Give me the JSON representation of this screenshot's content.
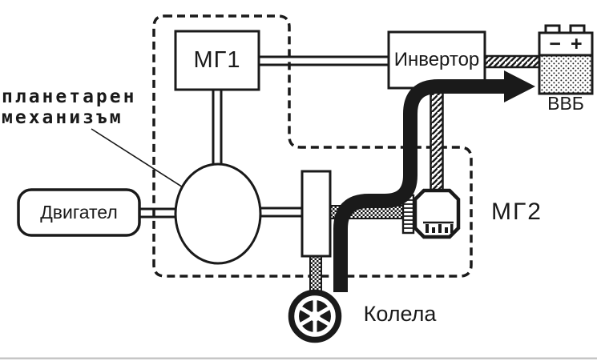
{
  "diagram": {
    "labels": {
      "mg1": "МГ1",
      "inverter": "Инвертор",
      "battery_minus": "−",
      "battery_plus": "+",
      "battery_name": "ВВБ",
      "engine": "Двигател",
      "planetary_line1": "планетарен",
      "planetary_line2": "механизъм",
      "mg2": "МГ2",
      "wheels": "Колела"
    },
    "icons": {
      "battery": "battery-icon",
      "wheel": "wheel-icon",
      "motor": "motor-icon",
      "power_flow": "power-flow-arrow"
    },
    "colors": {
      "ink": "#1a1a1a",
      "background": "#ffffff"
    }
  }
}
